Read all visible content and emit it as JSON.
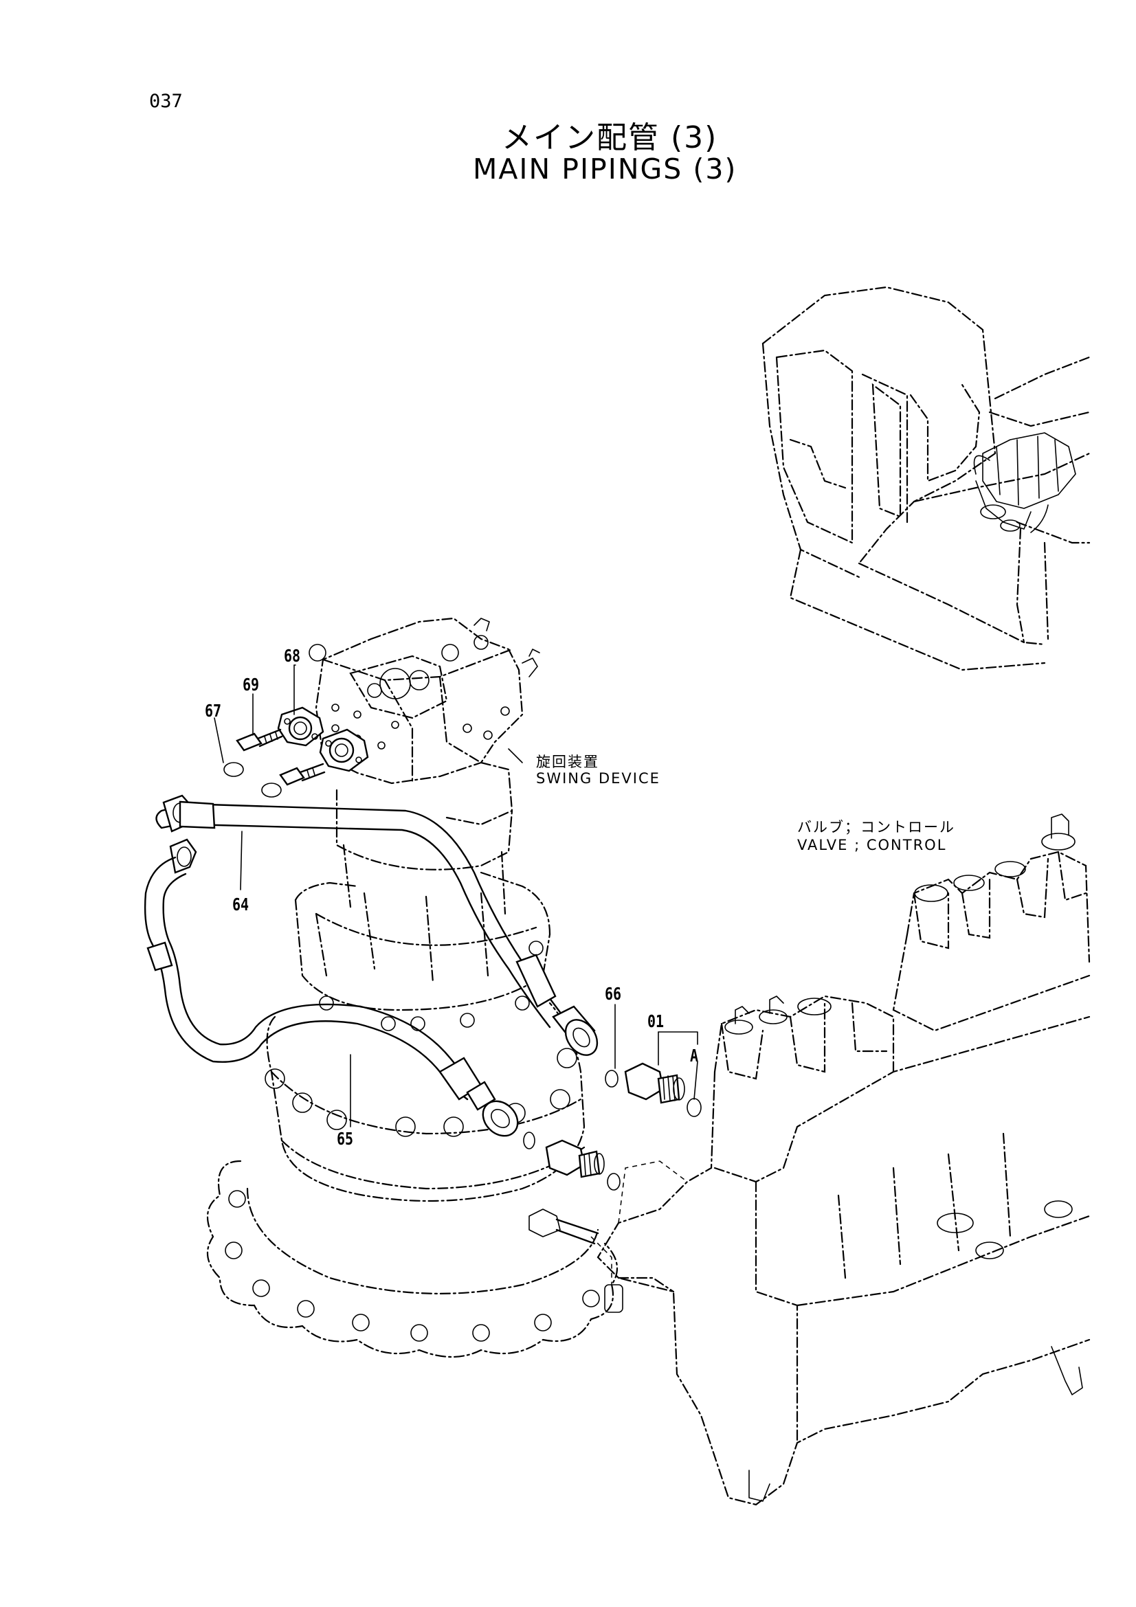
{
  "header": {
    "page_number": "037",
    "title_jp": "メイン配管 (3)",
    "title_en": "MAIN PIPINGS (3)"
  },
  "labels": {
    "swing_device_jp": "旋回装置",
    "swing_device_en": "SWING DEVICE",
    "control_valve_jp": "バルブ；コントロール",
    "control_valve_en": "VALVE ; CONTROL"
  },
  "callouts": {
    "p01": "01",
    "p64": "64",
    "p65": "65",
    "p66": "66",
    "p67": "67",
    "p68": "68",
    "p69": "69",
    "pA": "A"
  }
}
